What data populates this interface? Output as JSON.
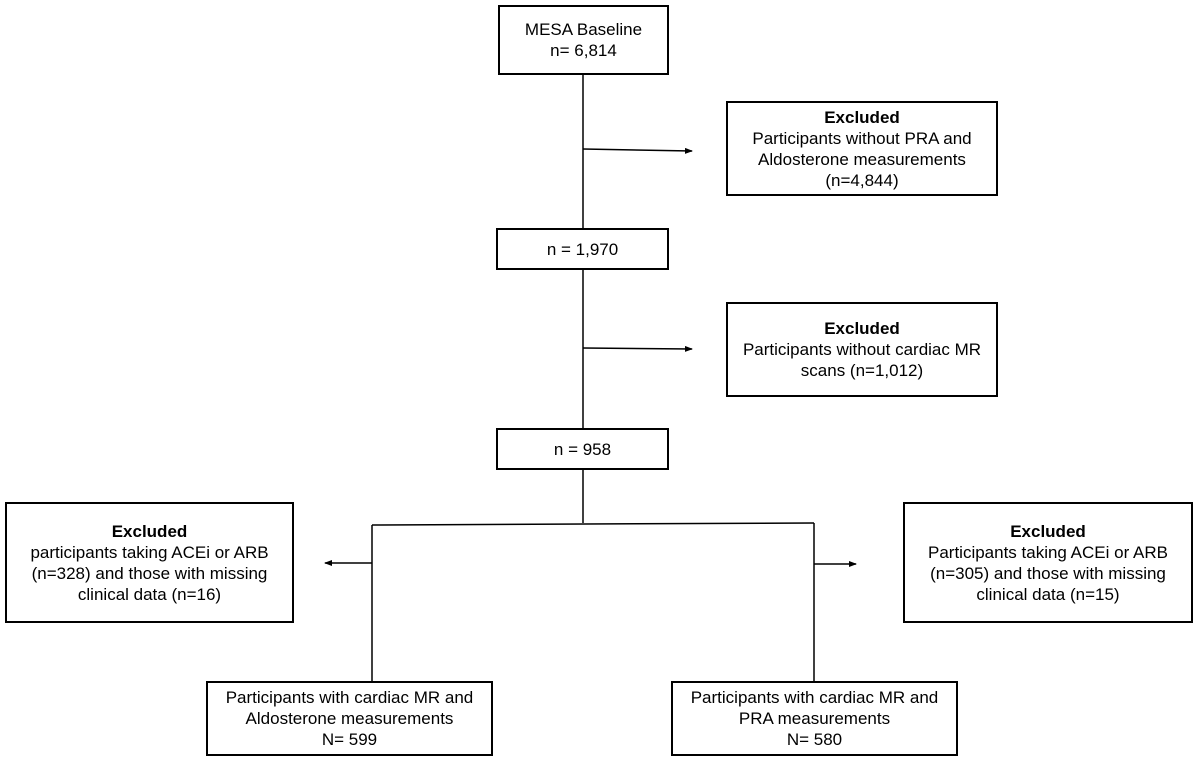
{
  "flowchart": {
    "baseline": {
      "line1": "MESA Baseline",
      "line2": "n= 6,814"
    },
    "exclusion_1": {
      "heading": "Excluded",
      "line1": "Participants without  PRA and",
      "line2": "Aldosterone measurements",
      "line3": "(n=4,844)"
    },
    "count_after_1": {
      "line1": "n = 1,970"
    },
    "exclusion_2": {
      "heading": "Excluded",
      "line1": "Participants without cardiac MR",
      "line2": "scans (n=1,012)"
    },
    "count_after_2": {
      "line1": "n = 958"
    },
    "exclusion_left": {
      "heading": "Excluded",
      "line1": "participants taking ACEi or ARB",
      "line2": "(n=328) and those with missing",
      "line3": "clinical data (n=16)"
    },
    "exclusion_right": {
      "heading": "Excluded",
      "line1": "Participants taking ACEi or ARB",
      "line2": "(n=305) and those with missing",
      "line3": "clinical data (n=15)"
    },
    "final_aldosterone": {
      "line1": "Participants with cardiac MR and",
      "line2": "Aldosterone measurements",
      "line3": "N= 599"
    },
    "final_pra": {
      "line1": "Participants with cardiac MR and",
      "line2": "PRA measurements",
      "line3": "N= 580"
    }
  },
  "colors": {
    "line": "#000000",
    "box_border": "#000000",
    "background": "#ffffff"
  }
}
